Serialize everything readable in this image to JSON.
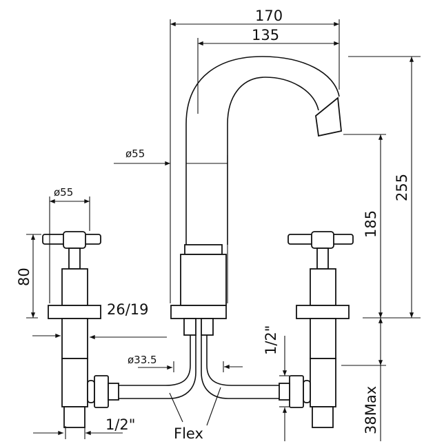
{
  "title": "Three-hole basin mixer dimension drawing",
  "dimensions": {
    "spout_reach_total": "170",
    "spout_reach": "135",
    "spout_diameter": "ø55",
    "handle_diameter": "ø55",
    "handle_height": "80",
    "hole_diameter": "26/19",
    "body_diameter": "ø33.5",
    "inlet_left": "1/2\"",
    "inlet_right": "1/2\"",
    "hose_label": "Flex",
    "overall_height": "255",
    "spout_height": "185",
    "max_deck_thickness": "38Max"
  },
  "colors": {
    "line": "#111111",
    "background": "#ffffff"
  }
}
